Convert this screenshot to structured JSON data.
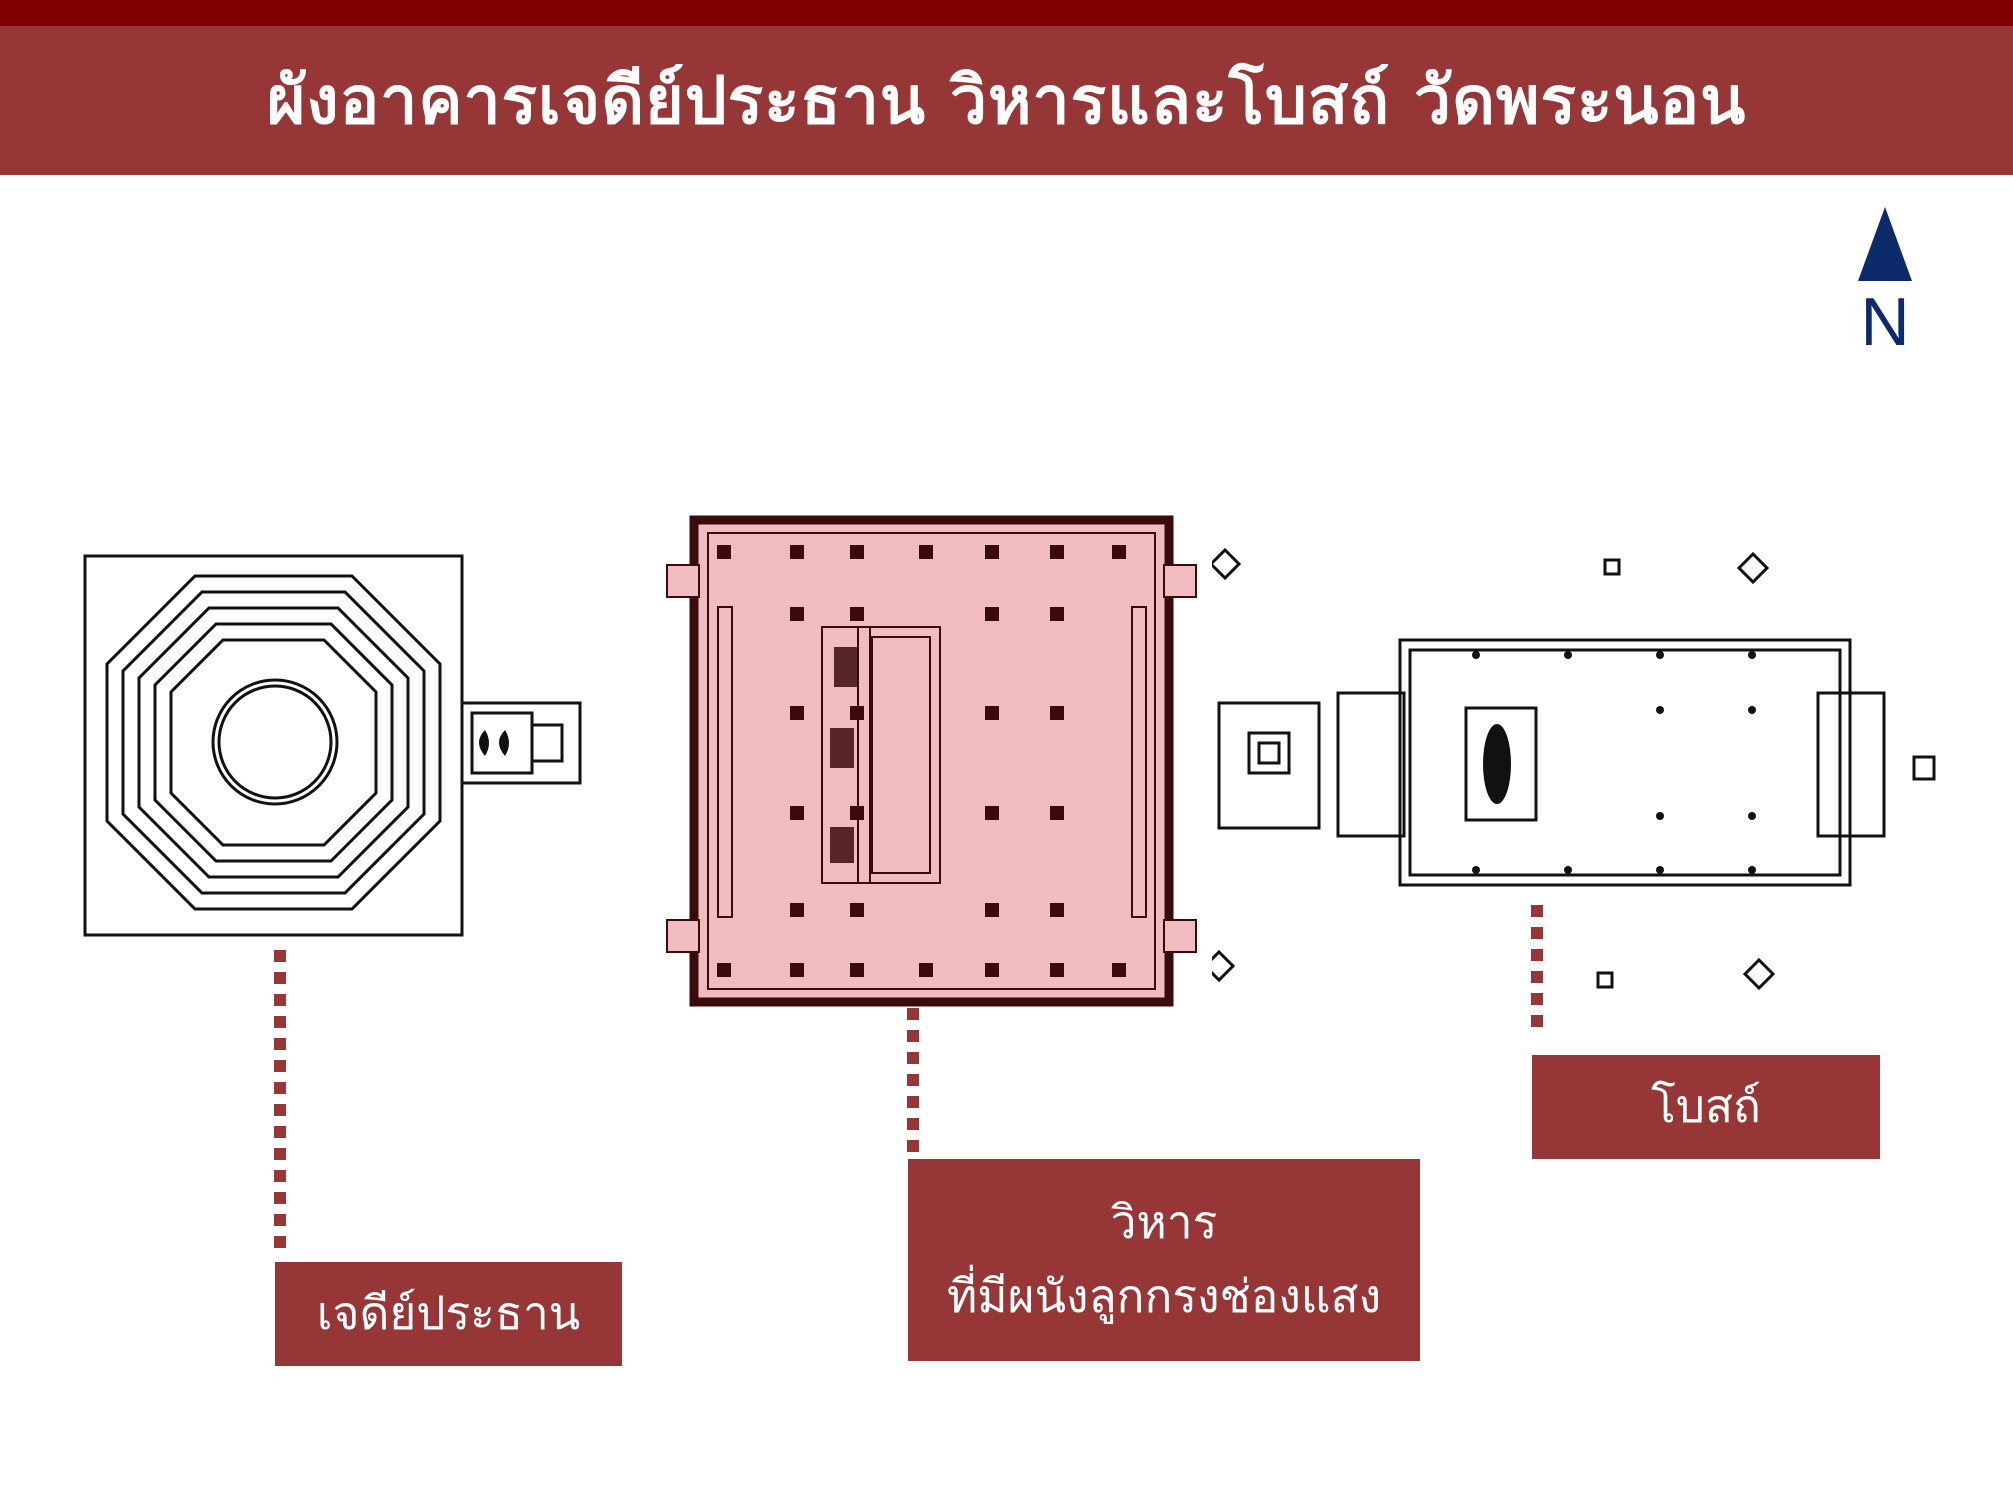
{
  "header": {
    "title": "ผังอาคารเจดีย์ประธาน วิหารและโบสถ์ วัดพระนอน"
  },
  "compass": {
    "label": "N",
    "icon": "north-arrow-icon",
    "color": "#0d2a6b"
  },
  "labels": {
    "chedi": "เจดีย์ประธาน",
    "vihara_line1": "วิหาร",
    "vihara_line2": "ที่มีผนังลูกกรงช่องแสง",
    "ubosot": "โบสถ์"
  },
  "colors": {
    "accent": "#963636",
    "topbar": "#800000",
    "vihara_fill": "#f0bcc0"
  }
}
